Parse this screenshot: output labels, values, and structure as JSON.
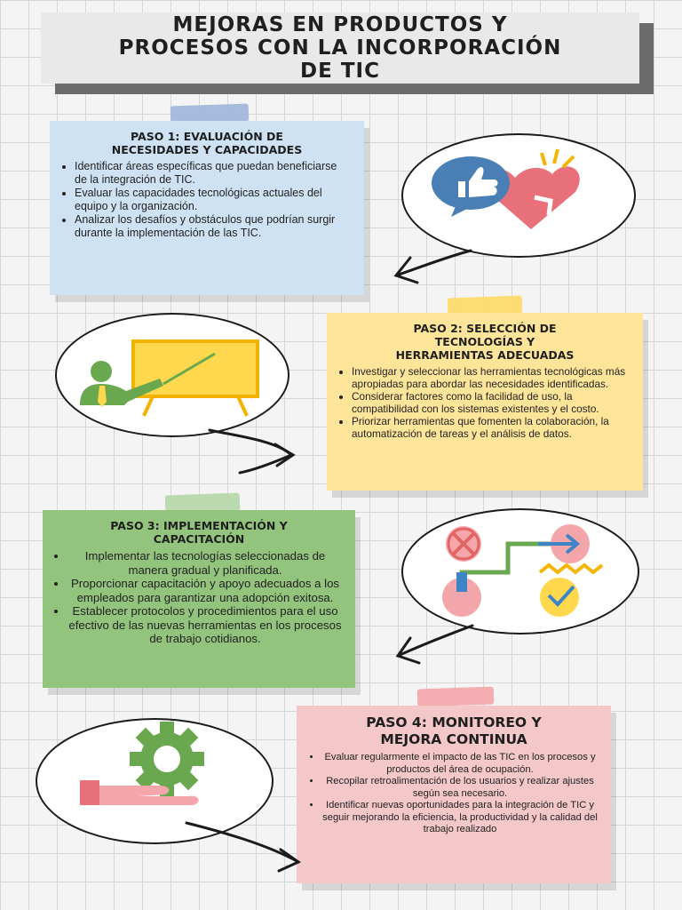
{
  "title": "MEJORAS EN PRODUCTOS Y\nPROCESOS CON LA INCORPORACIÓN\nDE TIC",
  "colors": {
    "card1": "#cfe2f3",
    "card2": "#ffe599",
    "card3": "#93c47d",
    "card4": "#f4c7c9",
    "tape_blue": "#9fb6d9",
    "tape_yellow": "#ffd966",
    "tape_green": "#b6d7a8",
    "tape_pink": "#f4a6ab"
  },
  "steps": [
    {
      "heading": "PASO 1: EVALUACIÓN DE\nNECESIDADES Y CAPACIDADES",
      "items": [
        "Identificar áreas específicas que puedan beneficiarse de la integración de TIC.",
        "Evaluar las capacidades tecnológicas actuales del equipo y la organización.",
        "Analizar los desafíos y obstáculos que podrían surgir durante la implementación de las TIC."
      ],
      "icon": "like-heart-icon"
    },
    {
      "heading": "PASO 2: SELECCIÓN DE\nTECNOLOGÍAS Y\nHERRAMIENTAS ADECUADAS",
      "items": [
        "Investigar y seleccionar las herramientas tecnológicas más apropiadas para abordar las necesidades identificadas.",
        "Considerar factores como la facilidad de uso, la compatibilidad con los sistemas existentes y el costo.",
        "Priorizar herramientas que fomenten la colaboración, la automatización de tareas y el análisis de datos."
      ],
      "icon": "presentation-icon"
    },
    {
      "heading": "PASO 3: IMPLEMENTACIÓN Y\nCAPACITACIÓN",
      "items": [
        "Implementar las tecnologías seleccionadas de manera gradual y planificada.",
        "Proporcionar capacitación y apoyo adecuados a los empleados para garantizar una adopción exitosa.",
        "Establecer protocolos y procedimientos para el uso efectivo de las nuevas herramientas en los procesos de trabajo cotidianos."
      ],
      "icon": "strategy-path-icon"
    },
    {
      "heading": "PASO 4: MONITOREO Y\nMEJORA CONTINUA",
      "items": [
        "Evaluar regularmente el impacto de las TIC en los procesos y productos del área de ocupación.",
        "Recopilar retroalimentación de los usuarios y realizar ajustes según sea necesario.",
        "Identificar nuevas oportunidades para la integración de TIC y seguir mejorando la eficiencia, la productividad y la calidad del trabajo realizado"
      ],
      "icon": "gear-hand-icon"
    }
  ]
}
